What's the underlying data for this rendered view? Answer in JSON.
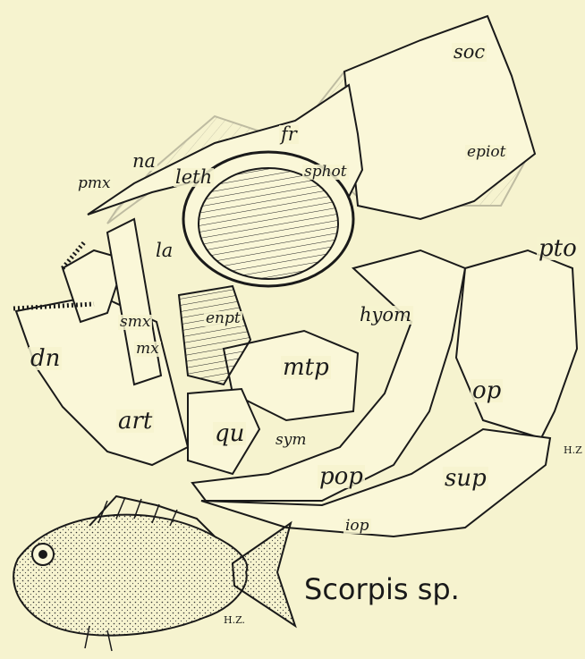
{
  "labels": {
    "soc": "soc",
    "fr": "fr",
    "epiot": "epiot",
    "sphot": "sphot",
    "leth": "leth",
    "na": "na",
    "pmx": "pmx",
    "la": "la",
    "pto": "pto",
    "hyom": "hyom",
    "enpt": "enpt",
    "smx": "smx",
    "mx": "mx",
    "dn": "dn",
    "mtp": "mtp",
    "op": "op",
    "art": "art",
    "qu": "qu",
    "sym": "sym",
    "pop": "pop",
    "sup": "sup",
    "iop": "iop"
  },
  "signatures": [
    "H.Z",
    "H.Z."
  ],
  "caption": "Scorpis sp.",
  "colors": {
    "paper": "#f6f3cf",
    "ink": "#1a1a1a"
  }
}
